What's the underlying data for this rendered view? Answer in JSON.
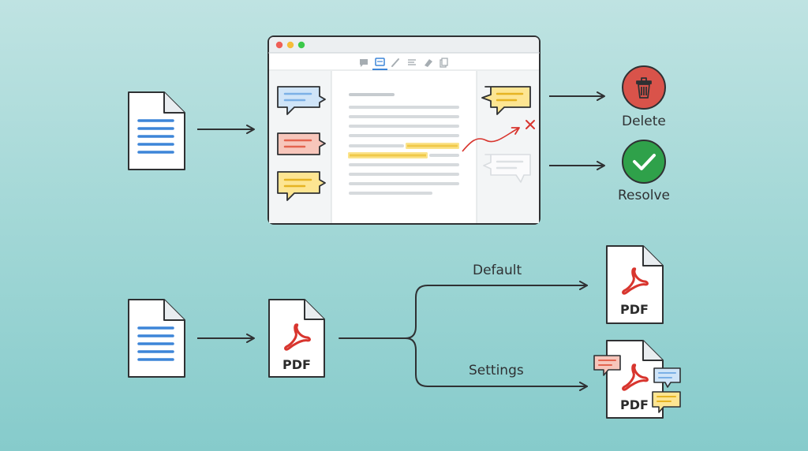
{
  "actions": {
    "delete_label": "Delete",
    "resolve_label": "Resolve"
  },
  "branches": {
    "default_label": "Default",
    "settings_label": "Settings"
  },
  "pdf": {
    "badge_text": "PDF"
  },
  "colors": {
    "delete": "#d9534a",
    "resolve": "#2fa14a",
    "comment_blue": "#cfe4f8",
    "comment_red": "#f7c6bb",
    "comment_yellow": "#fde592",
    "highlight": "#fbe38a",
    "pdf_red": "#d8352e",
    "doc_lines": "#3d85d8"
  },
  "icons": [
    "document-icon",
    "pdf-icon",
    "trash-icon",
    "check-icon",
    "comment-icon",
    "arrow-icon"
  ]
}
